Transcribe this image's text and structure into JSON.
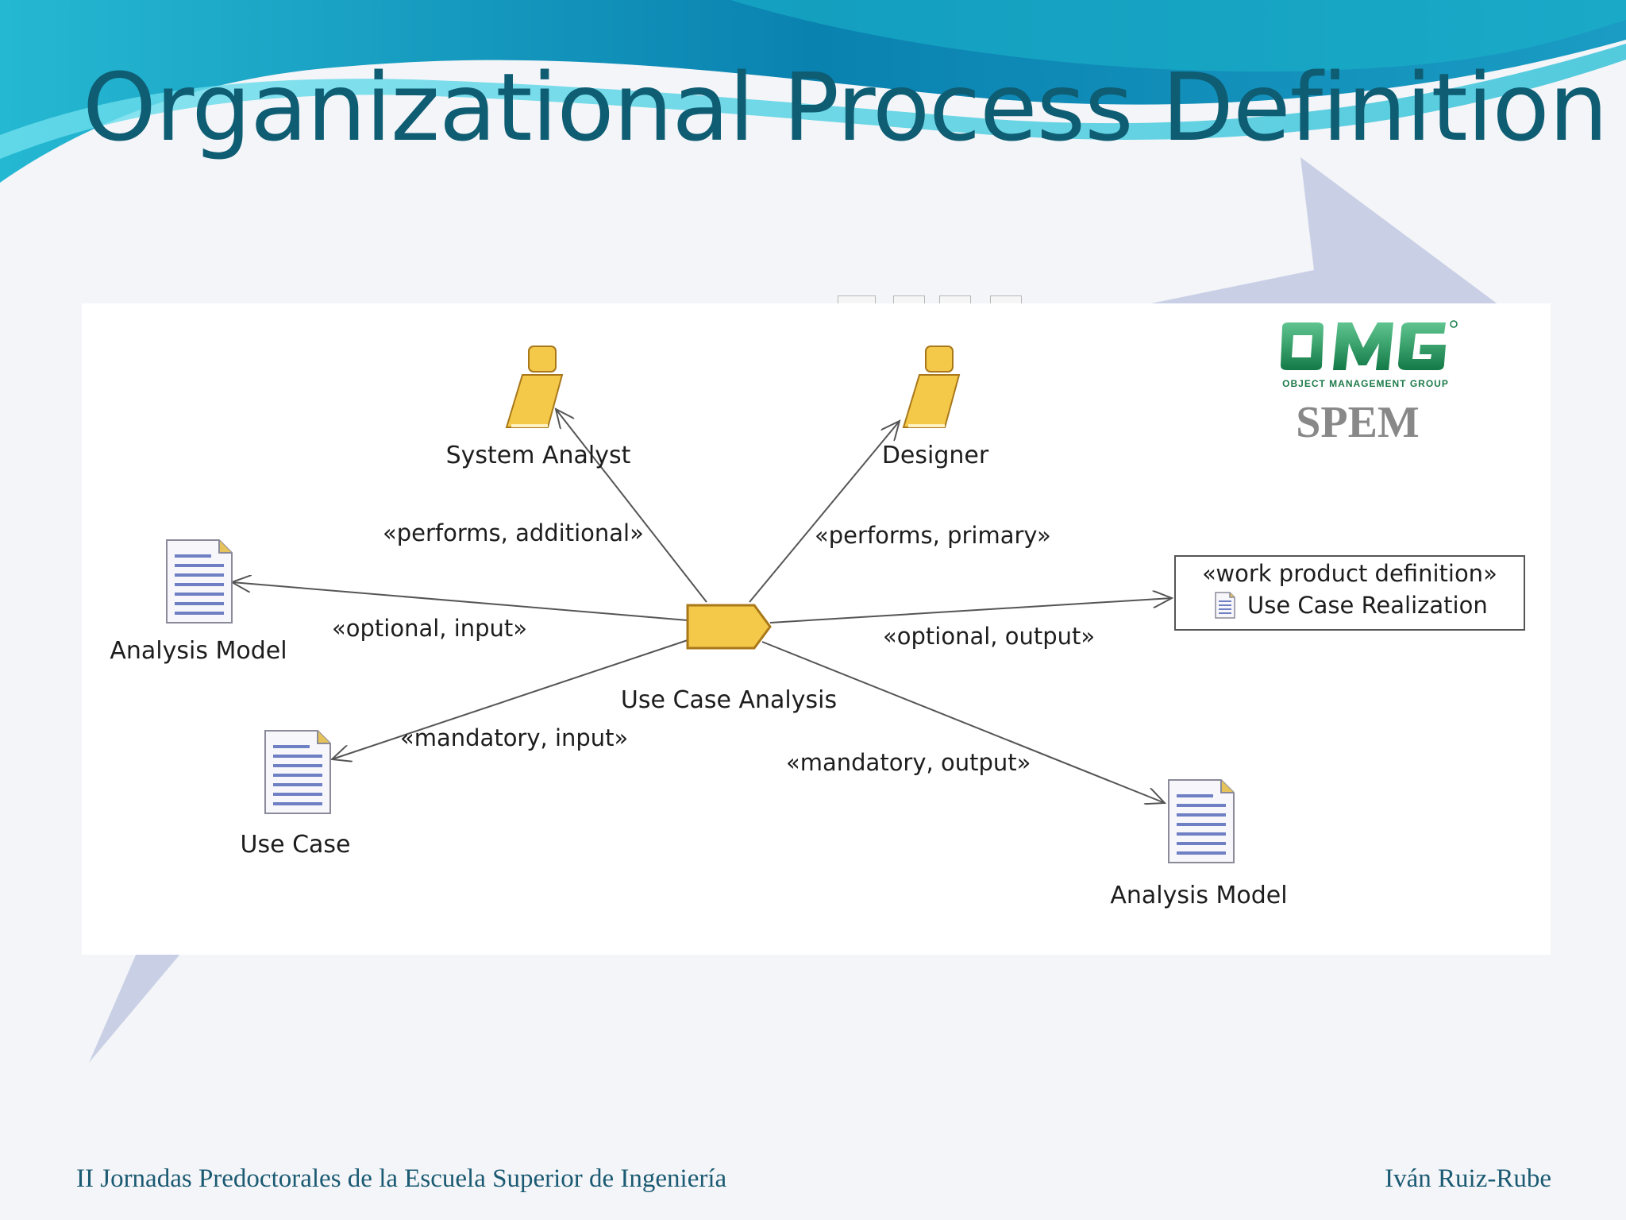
{
  "slide": {
    "title": "Organizational Process Definition",
    "footer_left": "II Jornadas Predoctorales de la Escuela Superior de Ingeniería",
    "footer_right": "Iván Ruiz-Rube"
  },
  "logo": {
    "brand": "OMG",
    "subtitle": "OBJECT MANAGEMENT GROUP",
    "caption": "SPEM"
  },
  "diagram": {
    "task": "Use Case Analysis",
    "roles": {
      "system_analyst": "System Analyst",
      "designer": "Designer"
    },
    "work_products": {
      "analysis_model_input": "Analysis Model",
      "use_case": "Use Case",
      "analysis_model_output": "Analysis Model"
    },
    "wpd_box": {
      "stereotype": "«work product definition»",
      "name": "Use Case Realization"
    },
    "relations": {
      "performs_additional": "«performs, additional»",
      "performs_primary": "«performs, primary»",
      "optional_input": "«optional, input»",
      "optional_output": "«optional, output»",
      "mandatory_input": "«mandatory, input»",
      "mandatory_output": "«mandatory, output»"
    }
  },
  "colors": {
    "title": "#0e5d73",
    "wave_dark": "#0a6a9a",
    "wave_light": "#2fc8dc",
    "icon_fill": "#f4c94a",
    "footer": "#1a5a72"
  }
}
